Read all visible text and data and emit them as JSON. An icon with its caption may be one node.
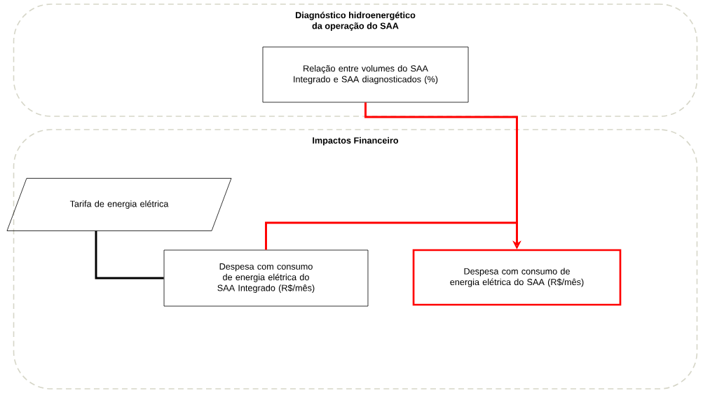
{
  "diagram": {
    "nodes": [
      {
        "text": [
          "Diagnóstico hidroenergético da operação do SAA"
        ]
      },
      {
        "text": [
          "Relação entre volumes do SAA Integrado e SAA diagnosticados (%)"
        ],
        "in": 0
      },
      {
        "text": [
          "Impactos Financeiro"
        ]
      },
      {
        "text": [
          "Tarifa de energia elétrica"
        ],
        "in": 2
      },
      {
        "text": [
          "Despesa com consumo de energia elétrica do SAA Integrado (R$/mês)"
        ],
        "in": 2
      },
      {
        "text": [
          "Despesa com consumo de energia elétrica do SAA (R$/mês)"
        ],
        "in": 2
      }
    ],
    "edges": [
      {
        "from": 1,
        "to": 5,
        "arrow": "to",
        "color": "#ff0000"
      },
      {
        "from": 4,
        "to": 5,
        "arrow": "to",
        "color": "#ff0000"
      },
      {
        "from": 3,
        "to": 4,
        "arrow": "none",
        "color": "#000000"
      }
    ]
  }
}
